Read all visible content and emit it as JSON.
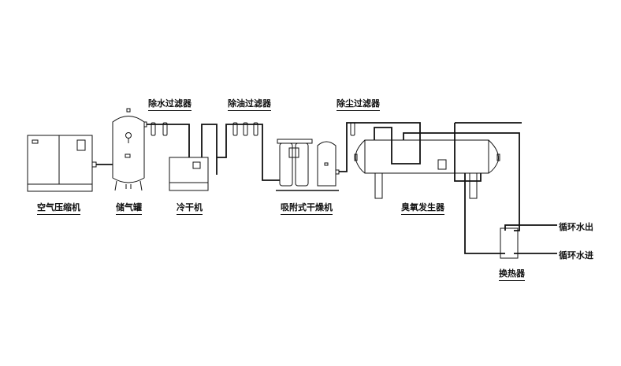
{
  "labels": {
    "water_filter": "除水过滤器",
    "oil_filter": "除油过滤器",
    "dust_filter": "除尘过滤器",
    "air_compressor": "空气压缩机",
    "air_tank": "储气罐",
    "refrigerated_dryer": "冷干机",
    "adsorption_dryer": "吸附式干燥机",
    "ozone_generator": "臭氧发生器",
    "heat_exchanger": "换热器",
    "cooling_water_out": "循环水出",
    "cooling_water_in": "循环水进"
  },
  "colors": {
    "line": "#111111",
    "background": "#ffffff"
  }
}
